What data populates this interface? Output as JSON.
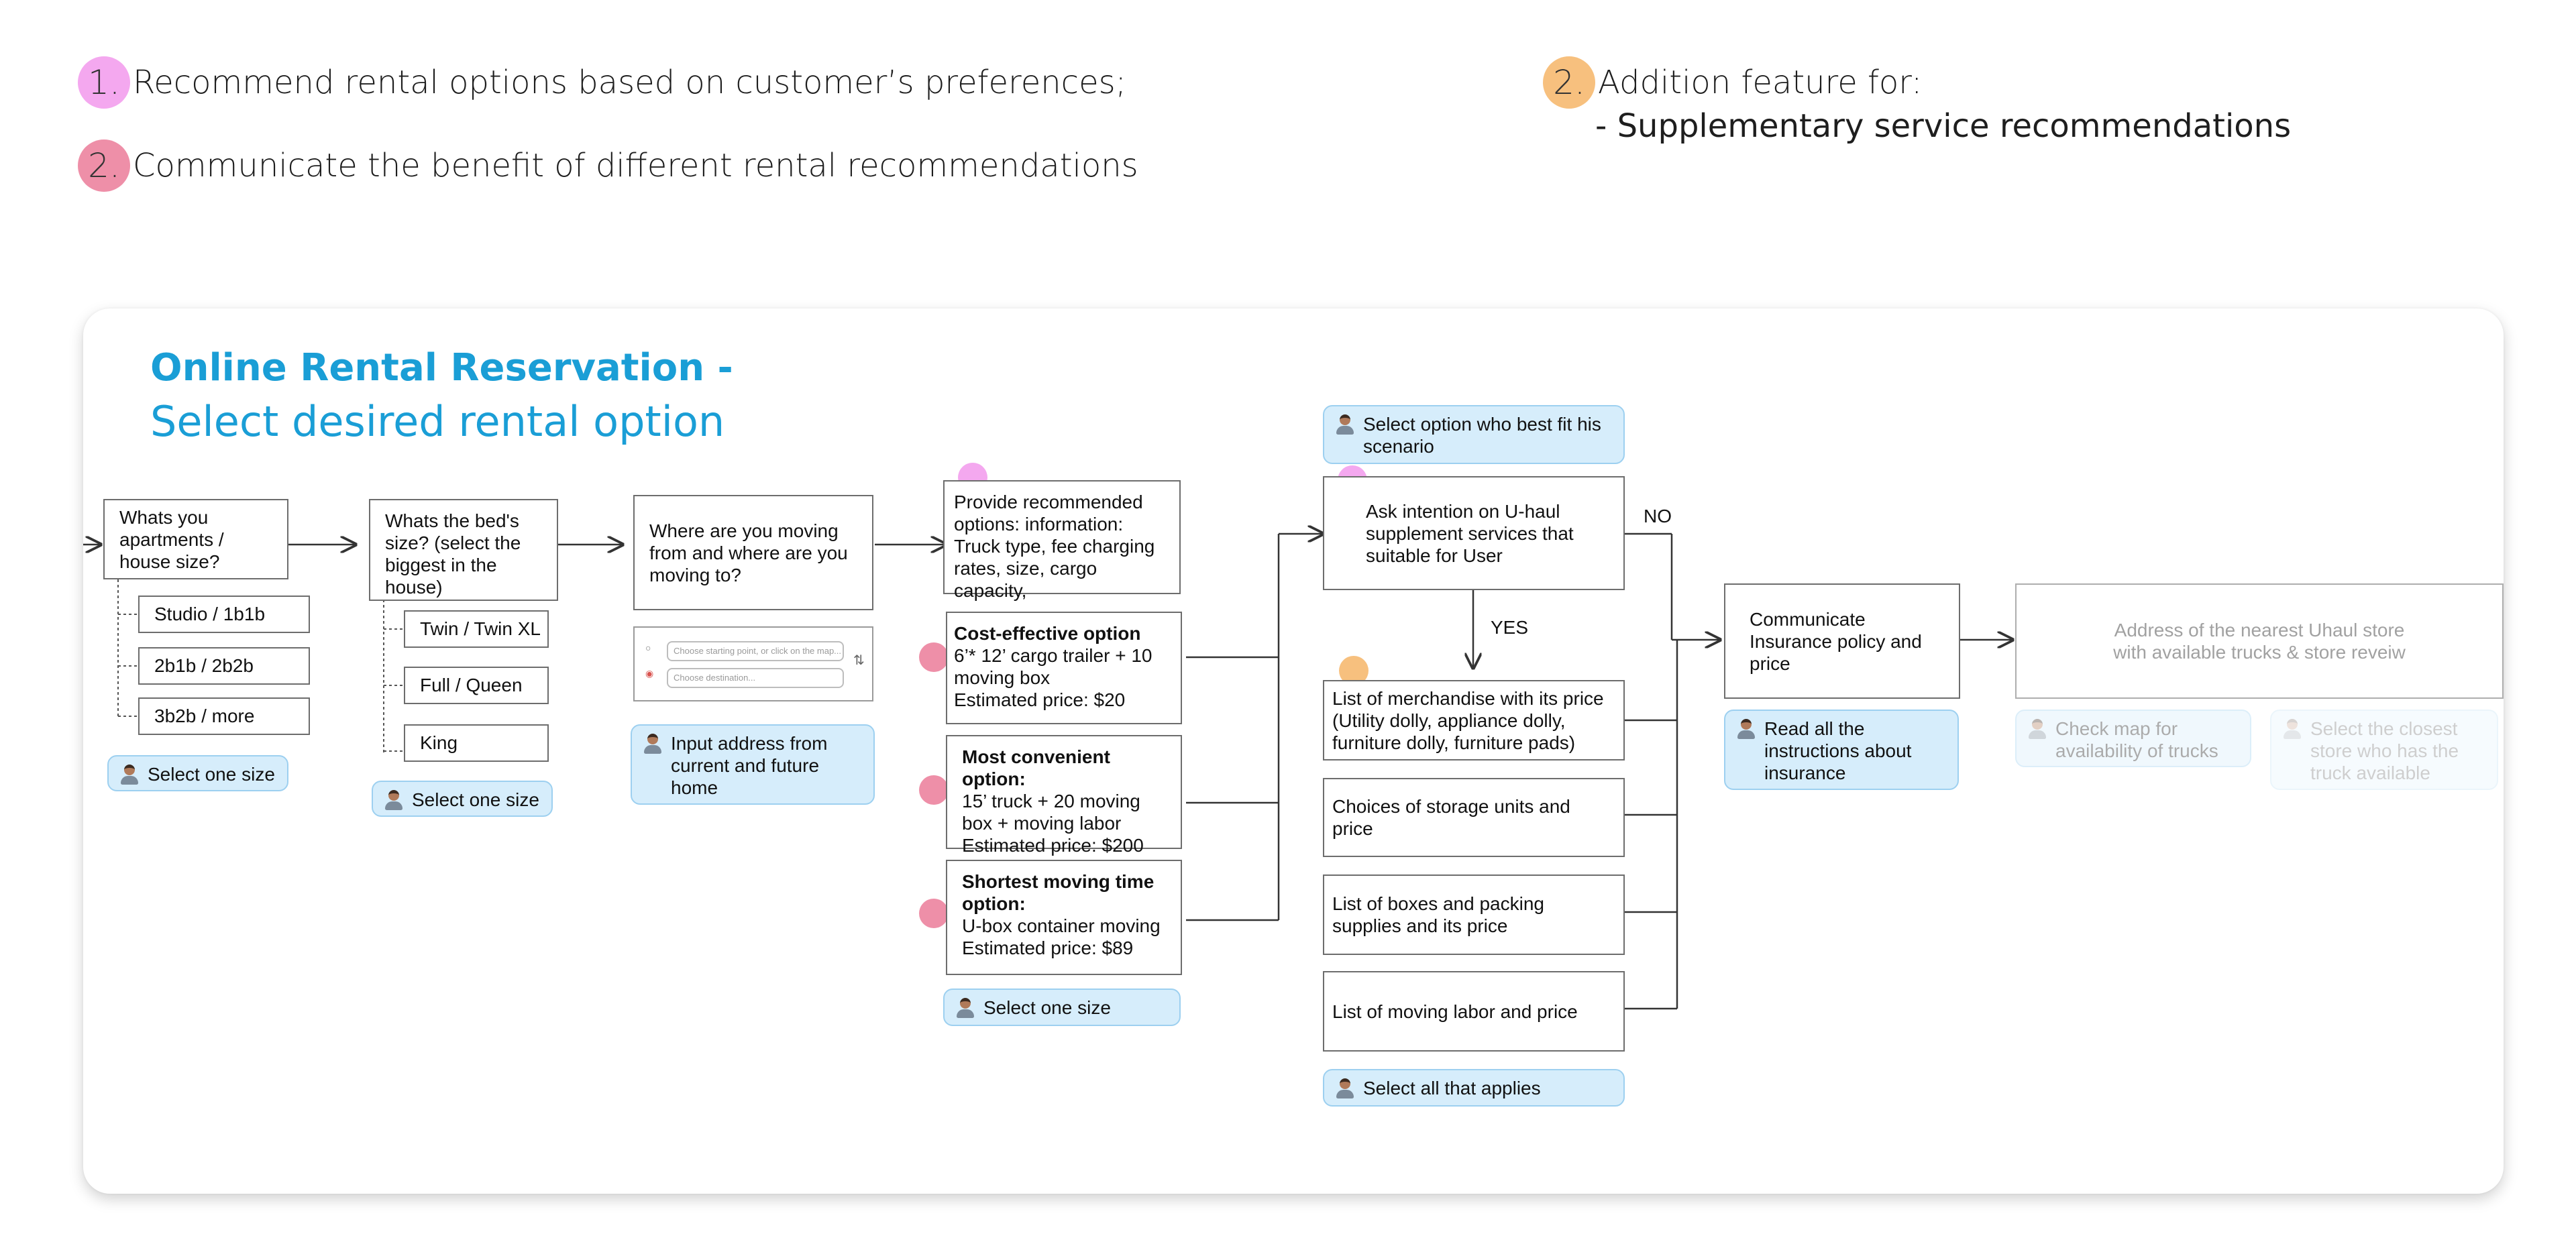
{
  "header": {
    "goals_left": [
      {
        "num": "1.",
        "text": "Recommend rental options based on customer’s preferences;",
        "color": "#f4a8ef"
      },
      {
        "num": "2.",
        "text": "Communicate the benefit of different rental recommendations",
        "color": "#ee8fa8"
      }
    ],
    "goal_right": {
      "num": "2.",
      "text": "Addition feature for:",
      "sub": "- Supplementary service recommendations",
      "color": "#f7c07e"
    }
  },
  "card": {
    "title_bold": "Online Rental Reservation -",
    "title_light": "Select desired rental option",
    "steps": {
      "apartment": {
        "question": "Whats you apartments / house size?",
        "options": [
          "Studio / 1b1b",
          "2b1b / 2b2b",
          "3b2b / more"
        ],
        "note": "Select one size"
      },
      "bed": {
        "question": "Whats the bed's size? (select the biggest in the house)",
        "options": [
          "Twin / Twin XL",
          "Full / Queen",
          "King"
        ],
        "note": "Select one size"
      },
      "address": {
        "question": "Where are you moving from and where are you moving to?",
        "start_placeholder": "Choose starting point, or click on the map...",
        "dest_placeholder": "Choose destination...",
        "note": "Input address from current and future home"
      },
      "recommend": {
        "intro": "Provide recommended options: information: Truck type, fee charging rates, size, cargo capacity,",
        "options": [
          {
            "title": "Cost-effective option",
            "body": "6’* 12’ cargo trailer + 10 moving box",
            "price": "Estimated price: $20"
          },
          {
            "title": "Most convenient option:",
            "body": "15’ truck + 20 moving box + moving labor",
            "price": "Estimated price: $200"
          },
          {
            "title": "Shortest moving time option:",
            "body": "U-box container moving",
            "price": "Estimated price: $89"
          }
        ],
        "note": "Select one size"
      },
      "supplement": {
        "top_note": "Select option who best fit his scenario",
        "question": "Ask intention on U-haul supplement services that suitable for User",
        "no_label": "NO",
        "yes_label": "YES",
        "items": [
          "List of merchandise with its price (Utility dolly, appliance dolly, furniture dolly, furniture pads)",
          "Choices of storage units and price",
          "List of boxes and packing supplies and its price",
          "List of moving labor and price"
        ],
        "note": "Select all that applies"
      },
      "insurance": {
        "box": "Communicate Insurance policy and price",
        "note": "Read all the instructions about insurance"
      },
      "store": {
        "box": "Address of the nearest Uhaul store with available trucks & store reveiw",
        "note1": "Check map for availability of trucks",
        "note2": "Select the closest store who has the truck available"
      }
    },
    "marker_colors": {
      "pink": "#f4a8ef",
      "rose": "#ee8fa8",
      "orange": "#f7c07e"
    }
  }
}
